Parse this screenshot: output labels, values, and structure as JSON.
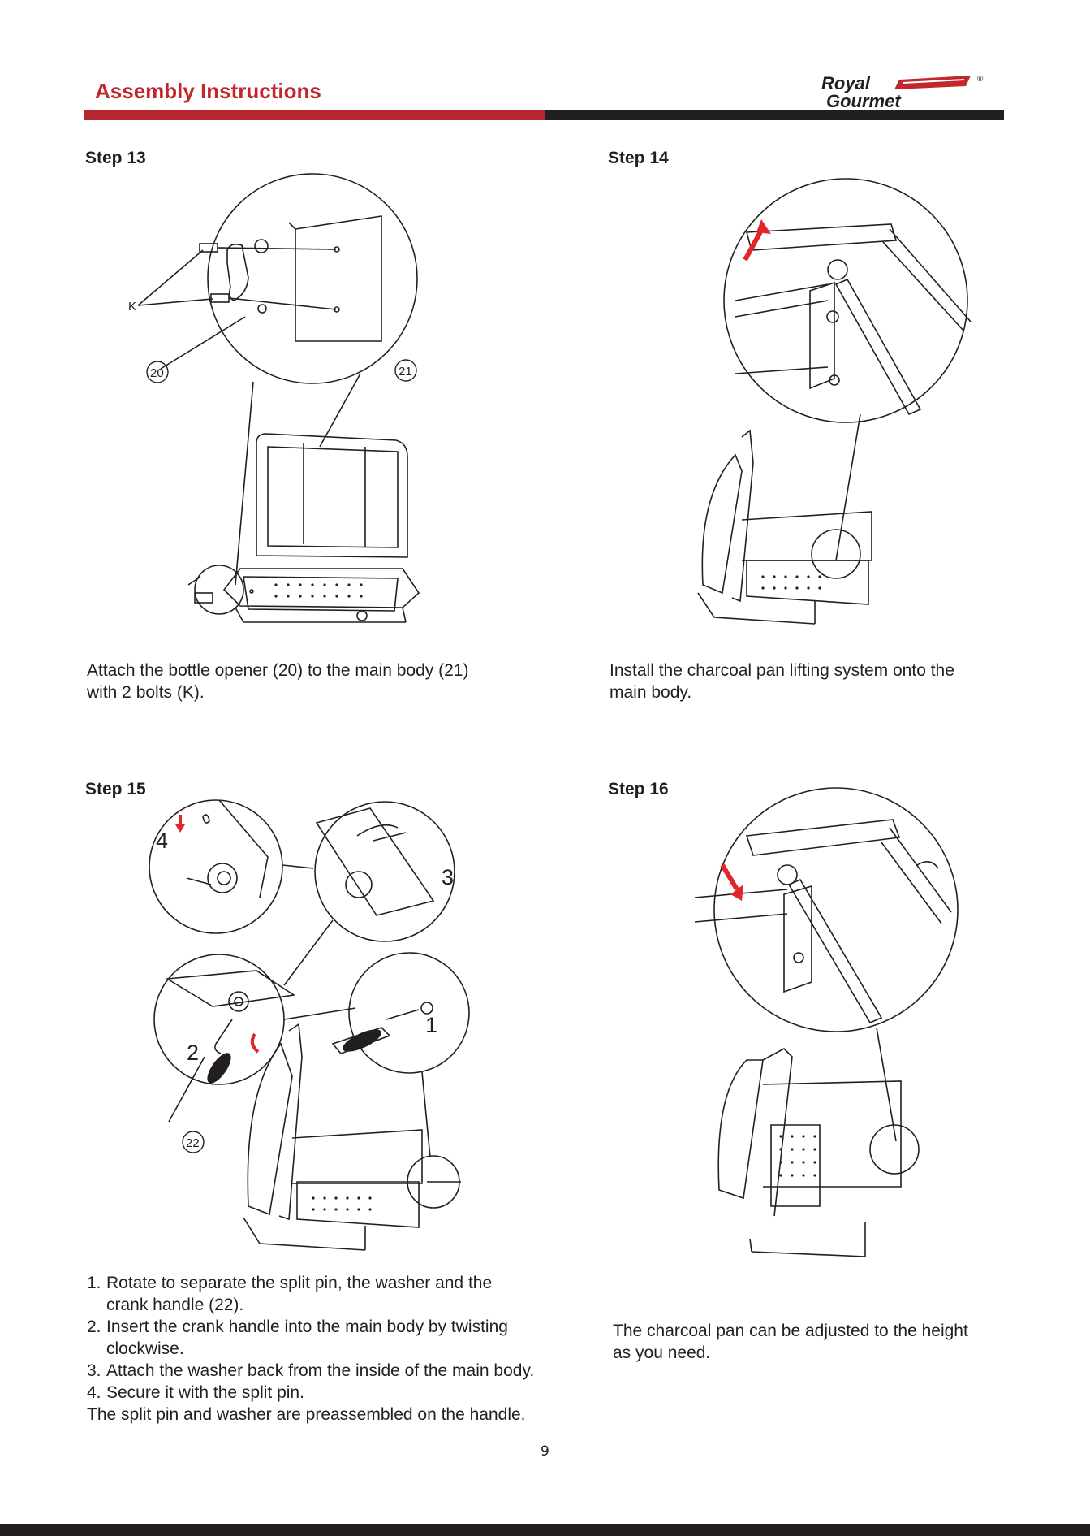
{
  "header": {
    "title": "Assembly Instructions",
    "brand_line1": "Royal",
    "brand_line2": "Gourmet",
    "registered_mark": "®",
    "accent_color": "#c1272d"
  },
  "steps": [
    {
      "label": "Step 13",
      "caption": [
        "Attach the bottle opener (20) to the main body (21)",
        "with 2 bolts (K)."
      ],
      "callouts": {
        "bolts": "K",
        "opener": "20",
        "body": "21"
      }
    },
    {
      "label": "Step 14",
      "caption": [
        "Install the charcoal pan lifting system onto the",
        "main body."
      ]
    },
    {
      "label": "Step 15",
      "list": [
        {
          "num": "1.",
          "lines": [
            "Rotate to separate the split pin, the washer and the",
            "crank handle (22)."
          ]
        },
        {
          "num": "2.",
          "lines": [
            "Insert the crank handle into the main body by twisting",
            "clockwise."
          ]
        },
        {
          "num": "3.",
          "lines": [
            "Attach the washer back from the inside of the main body."
          ]
        },
        {
          "num": "4.",
          "lines": [
            "Secure it with the split pin."
          ]
        }
      ],
      "note": "The split pin and washer are preassembled on the handle.",
      "callouts": {
        "n1": "1",
        "n2": "2",
        "n3": "3",
        "n4": "4",
        "handle": "22"
      }
    },
    {
      "label": "Step 16",
      "caption": [
        "The charcoal pan can be adjusted to the height",
        "as you need."
      ]
    }
  ],
  "page_number": "9"
}
